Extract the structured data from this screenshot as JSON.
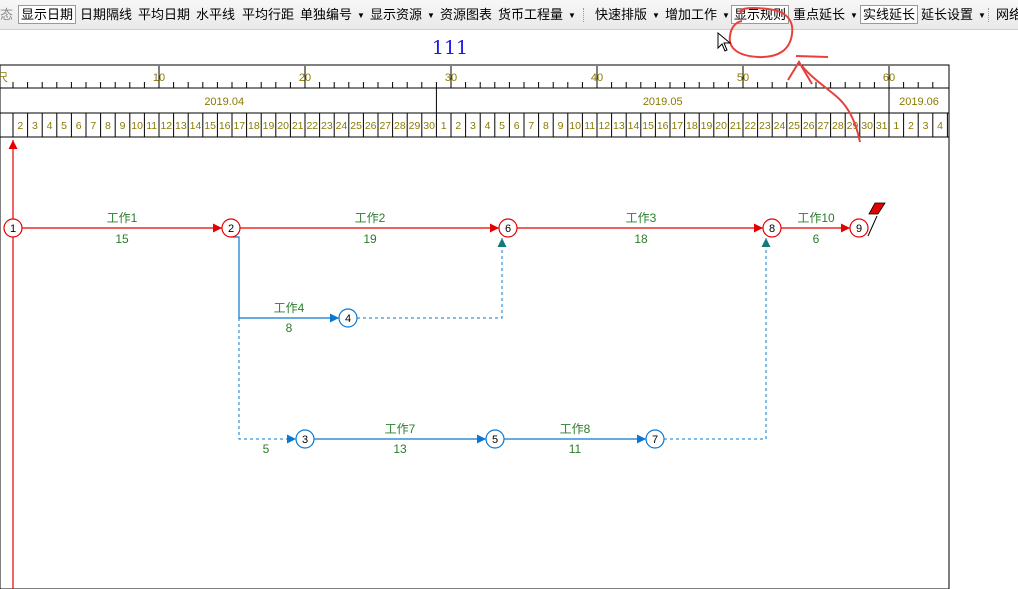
{
  "toolbar": {
    "items": [
      {
        "label": "态",
        "ghost": true
      },
      {
        "label": "显示日期",
        "pressed": true
      },
      {
        "label": "日期隔线"
      },
      {
        "label": "平均日期"
      },
      {
        "label": "水平线"
      },
      {
        "label": "平均行距"
      },
      {
        "label": "单独编号",
        "dropdown": true
      },
      {
        "label": "显示资源",
        "dropdown": true
      },
      {
        "label": "资源图表"
      },
      {
        "label": "货币工程量",
        "dropdown": true
      },
      {
        "label": "快速排版",
        "dropdown": true
      },
      {
        "label": "增加工作",
        "dropdown": true
      },
      {
        "label": "显示规则",
        "pressed": true
      },
      {
        "label": "重点延长",
        "dropdown": true
      },
      {
        "label": "实线延长",
        "pressed": true
      },
      {
        "label": "延长设置",
        "dropdown": true
      },
      {
        "label": "网络"
      }
    ]
  },
  "page_title": "111",
  "ruler": {
    "unit_label": "尺",
    "ticks": [
      "10",
      "20",
      "30",
      "40",
      "50",
      "60"
    ]
  },
  "months": [
    "2019.04",
    "2019.05",
    "2019.06"
  ],
  "days": {
    "april": [
      "2",
      "3",
      "4",
      "5",
      "6",
      "7",
      "8",
      "9",
      "10",
      "11",
      "12",
      "13",
      "14",
      "15",
      "16",
      "17",
      "18",
      "19",
      "20",
      "21",
      "22",
      "23",
      "24",
      "25",
      "26",
      "27",
      "28",
      "29",
      "30"
    ],
    "may": [
      "1",
      "2",
      "3",
      "4",
      "5",
      "6",
      "7",
      "8",
      "9",
      "10",
      "11",
      "12",
      "13",
      "14",
      "15",
      "16",
      "17",
      "18",
      "19",
      "20",
      "21",
      "22",
      "23",
      "24",
      "25",
      "26",
      "27",
      "28",
      "29",
      "30",
      "31"
    ],
    "june": [
      "1",
      "2",
      "3",
      "4"
    ]
  },
  "network": {
    "nodes": [
      "1",
      "2",
      "3",
      "4",
      "5",
      "6",
      "7",
      "8",
      "9"
    ],
    "activities": [
      {
        "id": "a1",
        "name": "工作1",
        "duration": "15"
      },
      {
        "id": "a2",
        "name": "工作2",
        "duration": "19"
      },
      {
        "id": "a3",
        "name": "工作3",
        "duration": "18"
      },
      {
        "id": "a10",
        "name": "工作10",
        "duration": "6"
      },
      {
        "id": "a4",
        "name": "工作4",
        "duration": "8"
      },
      {
        "id": "a7",
        "name": "工作7",
        "duration": "13"
      },
      {
        "id": "a8",
        "name": "工作8",
        "duration": "11"
      },
      {
        "id": "d23",
        "name": "",
        "duration": "5"
      }
    ]
  },
  "colors": {
    "critical": "#e60000",
    "normal": "#0a78d2",
    "text_green": "#2a7d2a",
    "ruler_text": "#8a7a00",
    "dummy_arrow": "#127a78",
    "title_blue": "#1a1ae6",
    "annotation": "#e8403c"
  },
  "icons": [
    "cursor-arrow-icon",
    "finish-flag-icon",
    "dropdown-arrow-icon"
  ]
}
